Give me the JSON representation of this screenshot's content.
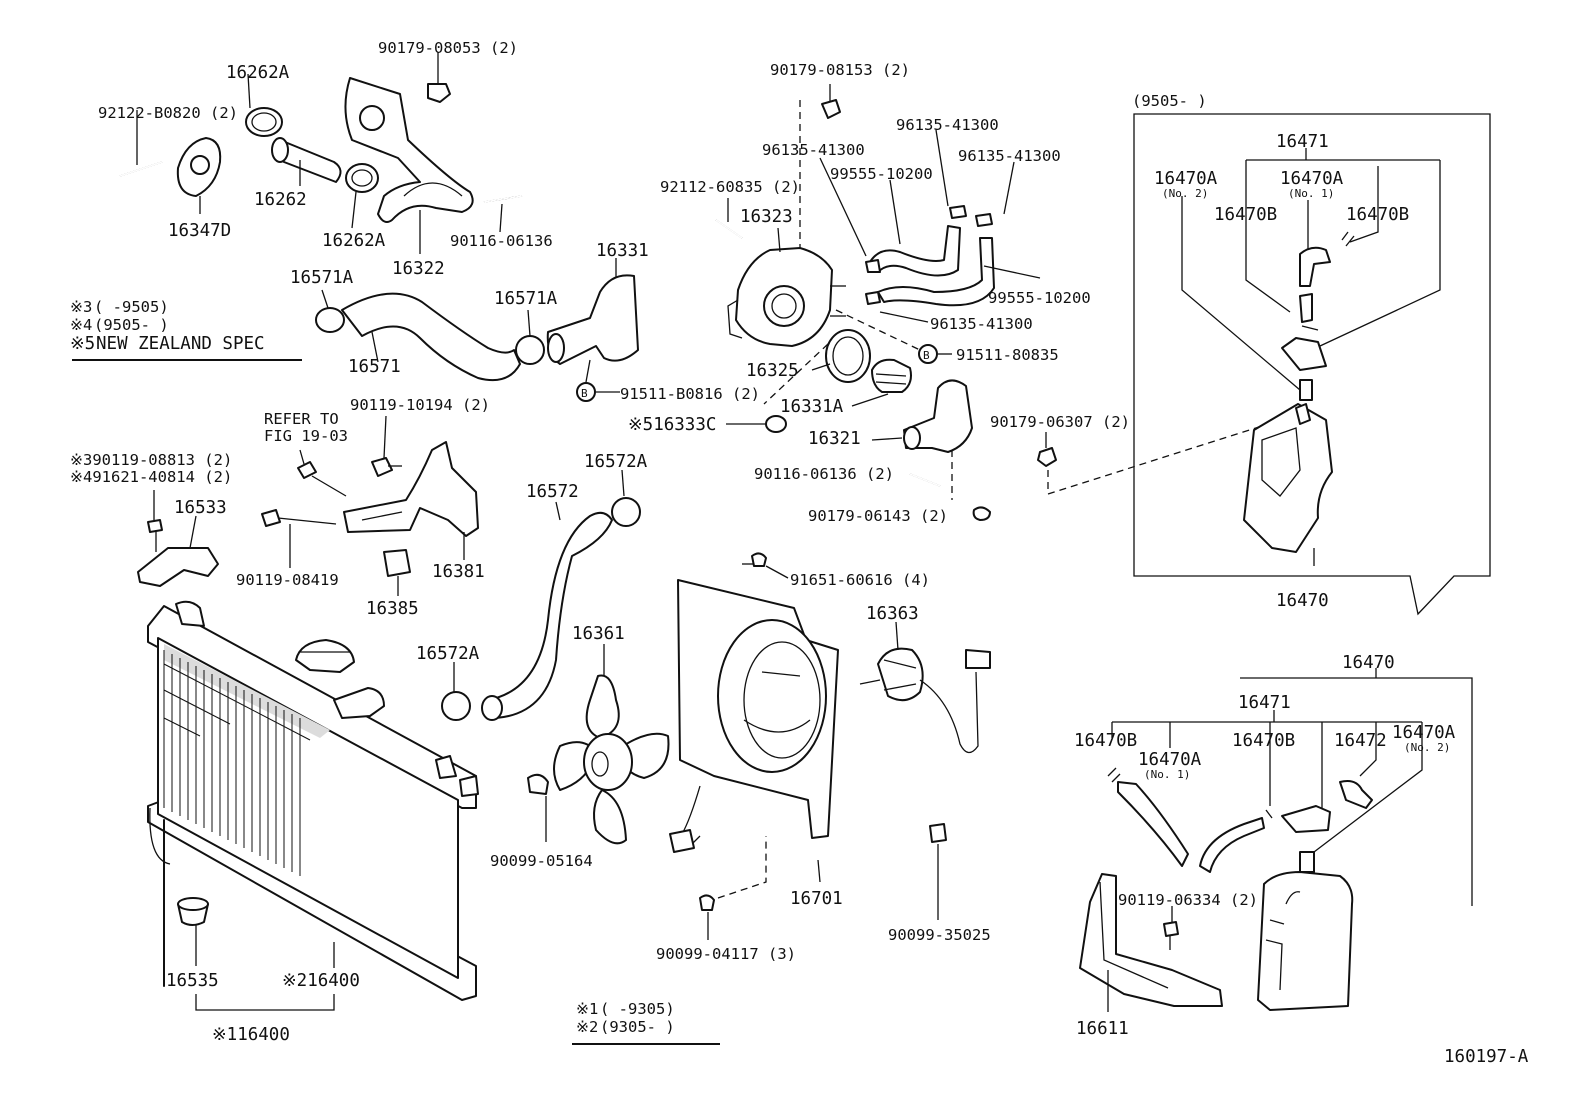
{
  "diagram_id": "160197-A",
  "spec_notes": {
    "note3": {
      "mark": "※3",
      "text": "(      -9505)"
    },
    "note4": {
      "mark": "※4",
      "text": "(9505-       )"
    },
    "note5": {
      "mark": "※5",
      "text": "NEW ZEALAND SPEC"
    },
    "note1": {
      "mark": "※1",
      "text": "(      -9305)"
    },
    "note2": {
      "mark": "※2",
      "text": "(9305-       )"
    }
  },
  "refer_note": [
    "REFER TO",
    "FIG 19-03"
  ],
  "inset": {
    "period": "(9505-       )"
  },
  "labels": {
    "p90179_08053": "90179-08053 (2)",
    "p16262A_top": "16262A",
    "p92122_B0820": "92122-B0820 (2)",
    "p16262": "16262",
    "p16347D": "16347D",
    "p16262A_mid": "16262A",
    "p16322": "16322",
    "p90116_06136_a": "90116-06136",
    "p16571A_left": "16571A",
    "p16571A_mid": "16571A",
    "p16571": "16571",
    "p16331": "16331",
    "p91511_B0816": "91511-B0816 (2)",
    "p90179_08153": "90179-08153 (2)",
    "p96135_41300_a": "96135-41300",
    "p96135_41300_b": "96135-41300",
    "p96135_41300_c": "96135-41300",
    "p96135_41300_d": "96135-41300",
    "p92112_60835": "92112-60835 (2)",
    "p99555_10200_a": "99555-10200",
    "p99555_10200_b": "99555-10200",
    "p16323": "16323",
    "p91511_80835": "91511-80835",
    "p16325": "16325",
    "p16331A": "16331A",
    "p16333C": "※516333C",
    "p16321": "16321",
    "p90179_06307": "90179-06307 (2)",
    "p90116_06136_b": "90116-06136 (2)",
    "p90179_06143": "90179-06143 (2)",
    "p90119_10194": "90119-10194 (2)",
    "p90119_08813": "※390119-08813 (2)",
    "p91621_40814": "※491621-40814 (2)",
    "p16533": "16533",
    "p90119_08419": "90119-08419",
    "p16385": "16385",
    "p16381": "16381",
    "p16572A_top": "16572A",
    "p16572": "16572",
    "p16572A_left": "16572A",
    "p16361": "16361",
    "p91651_60616": "91651-60616 (4)",
    "p16363": "16363",
    "p90099_05164": "90099-05164",
    "p16701": "16701",
    "p90099_04117": "90099-04117 (3)",
    "p90099_35025": "90099-35025",
    "p16535": "16535",
    "p16400_2": "※216400",
    "p16400_1": "※116400",
    "i16471": "16471",
    "i16470A_no2": "16470A",
    "i16470A_no1": "16470A",
    "i16470B_left": "16470B",
    "i16470B_right": "16470B",
    "i16470": "16470",
    "i_no2": "(No. 2)",
    "i_no1": "(No. 1)",
    "b16470": "16470",
    "b16471": "16471",
    "b16470B_left": "16470B",
    "b16470A_no1": "16470A",
    "b16470B_mid": "16470B",
    "b16472": "16472",
    "b16470A_no2": "16470A",
    "b_no1": "(No. 1)",
    "b_no2": "(No. 2)",
    "p90119_06334": "90119-06334 (2)",
    "p16611": "16611"
  }
}
